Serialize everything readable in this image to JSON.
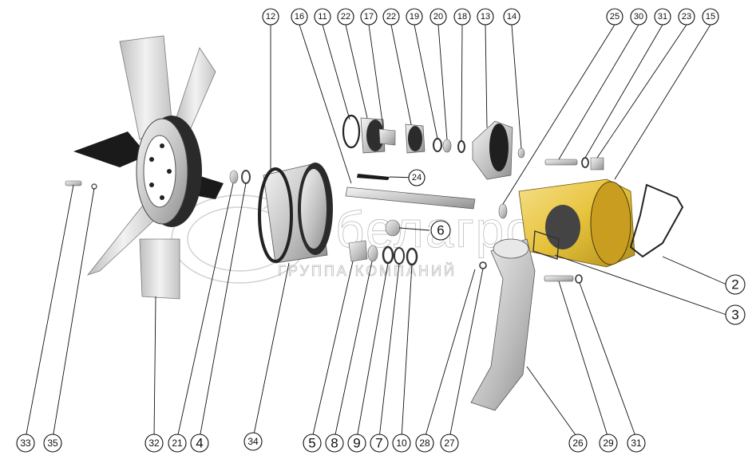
{
  "watermark": {
    "brand": "белагро",
    "tagline": "ГРУППА КОМПАНИЙ"
  },
  "colors": {
    "part_gray": "#d8d8d8",
    "part_dark": "#1a1a1a",
    "housing_yellow": "#e6c23a",
    "line": "#111111"
  },
  "callouts_top": [
    "12",
    "16",
    "11",
    "22",
    "17",
    "22",
    "19",
    "20",
    "18",
    "13",
    "14",
    "25",
    "30",
    "31",
    "23",
    "15"
  ],
  "callouts_right": [
    "2",
    "3"
  ],
  "callouts_inner": [
    "24",
    "6"
  ],
  "callouts_bottom": [
    "33",
    "35",
    "32",
    "21",
    "4",
    "34",
    "5",
    "8",
    "9",
    "7",
    "10",
    "28",
    "27",
    "26",
    "29",
    "31"
  ]
}
